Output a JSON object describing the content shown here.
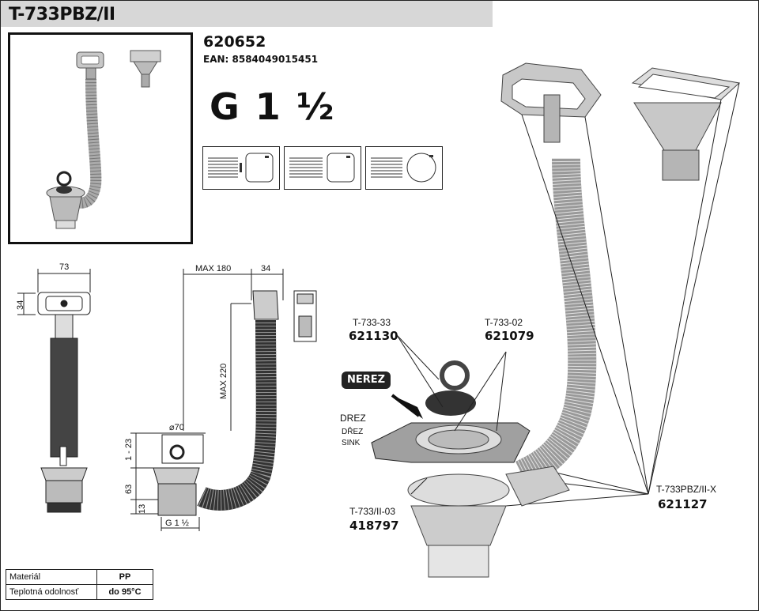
{
  "header": {
    "title": "T-733PBZ/II"
  },
  "product": {
    "code": "620652",
    "ean": "EAN: 8584049015451",
    "thread": "G 1 ½"
  },
  "dimensions": {
    "width_73": "73",
    "height_34": "34",
    "max_180": "MAX 180",
    "depth_34": "34",
    "max_220": "MAX 220",
    "diameter": "⌀70",
    "range_1_23": "1 - 23",
    "h_63": "63",
    "h_13": "13",
    "thread_bottom": "G 1 ½"
  },
  "parts": {
    "t733_33_code": "T-733-33",
    "t733_33_num": "621130",
    "t733_02_code": "T-733-02",
    "t733_02_num": "621079",
    "nerez": "NEREZ",
    "drez": "DREZ",
    "drez_cz": "DŘEZ",
    "sink": "SINK",
    "t733_ii_03_code": "T-733/II-03",
    "t733_ii_03_num": "418797",
    "t733pbz_code": "T-733PBZ/II-X",
    "t733pbz_num": "621127"
  },
  "spec_table": [
    {
      "label": "Materiál",
      "value": "PP"
    },
    {
      "label": "Teplotná odolnosť",
      "value": "do 95°C"
    }
  ],
  "colors": {
    "header_bg": "#d7d7d7",
    "part_gray": "#a8a8a8",
    "dark": "#222222"
  }
}
